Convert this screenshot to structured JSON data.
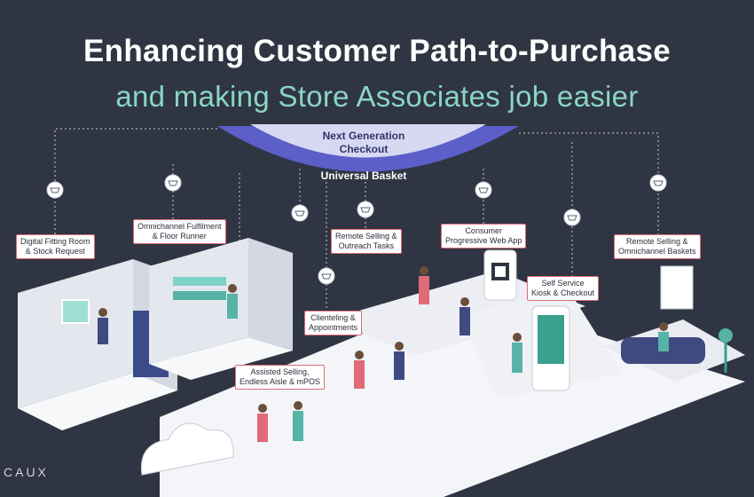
{
  "title": {
    "line1": "Enhancing Customer Path-to-Purchase",
    "line2": "and making Store Associates job easier"
  },
  "center": {
    "checkout_line1": "Next Generation",
    "checkout_line2": "Checkout",
    "basket": "Universal Basket"
  },
  "labels": {
    "digital_fitting": [
      "Digital Fitting Room",
      "& Stock Request"
    ],
    "omnichannel_fulfilment": [
      "Omnichannel Fulfilment",
      "& Floor Runner"
    ],
    "remote_outreach": [
      "Remote Selling &",
      "Outreach Tasks"
    ],
    "consumer_pwa": [
      "Consumer",
      "Progressive Web App"
    ],
    "self_service": [
      "Self Service",
      "Kiosk & Checkout"
    ],
    "remote_omni": [
      "Remote Selling &",
      "Omnichannel Baskets"
    ],
    "clienteling": [
      "Clienteling &",
      "Appointments"
    ],
    "assisted": [
      "Assisted Selling,",
      "Endless Aisle & mPOS"
    ]
  },
  "brand": "CAUX",
  "colors": {
    "background": "#2f3542",
    "accent_teal": "#8ad5c4",
    "bowl_purple": "#5b5fc7",
    "label_border": "#e06a77"
  },
  "icons": [
    "basket-icon",
    "qr-code-icon",
    "plant-icon"
  ]
}
